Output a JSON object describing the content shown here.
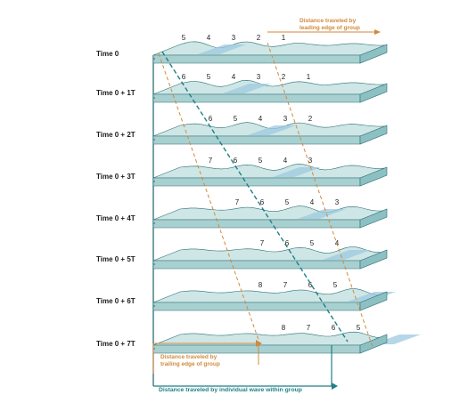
{
  "rows": [
    {
      "label": "Time 0",
      "numbers": [
        "5",
        "4",
        "3",
        "2",
        "1"
      ]
    },
    {
      "label": "Time 0 + 1T",
      "numbers": [
        "6",
        "5",
        "4",
        "3",
        "2",
        "1"
      ]
    },
    {
      "label": "Time 0 + 2T",
      "numbers": [
        "6",
        "5",
        "4",
        "3",
        "2"
      ]
    },
    {
      "label": "Time 0 + 3T",
      "numbers": [
        "7",
        "6",
        "5",
        "4",
        "3"
      ]
    },
    {
      "label": "Time 0 + 4T",
      "numbers": [
        "7",
        "6",
        "5",
        "4",
        "3"
      ]
    },
    {
      "label": "Time 0 + 5T",
      "numbers": [
        "7",
        "6",
        "5",
        "4"
      ]
    },
    {
      "label": "Time 0 + 6T",
      "numbers": [
        "8",
        "7",
        "6",
        "5"
      ]
    },
    {
      "label": "Time 0 + 7T",
      "numbers": [
        "8",
        "7",
        "6",
        "5"
      ]
    }
  ],
  "annotations": {
    "leading_edge": [
      "Distance traveled by",
      "leading edge of group"
    ],
    "trailing_edge": [
      "Distance traveled by",
      "trailing edge of group"
    ],
    "individual_wave": "Distance traveled by individual wave within group"
  },
  "colors": {
    "slab_top": "#cfe6e6",
    "slab_front": "#a9d0d0",
    "slab_side": "#8cc0c2",
    "wave_highlight": "#9cc9e0",
    "orange": "#d08a3c",
    "teal": "#1f7f86",
    "frame": "#2b6f75"
  }
}
